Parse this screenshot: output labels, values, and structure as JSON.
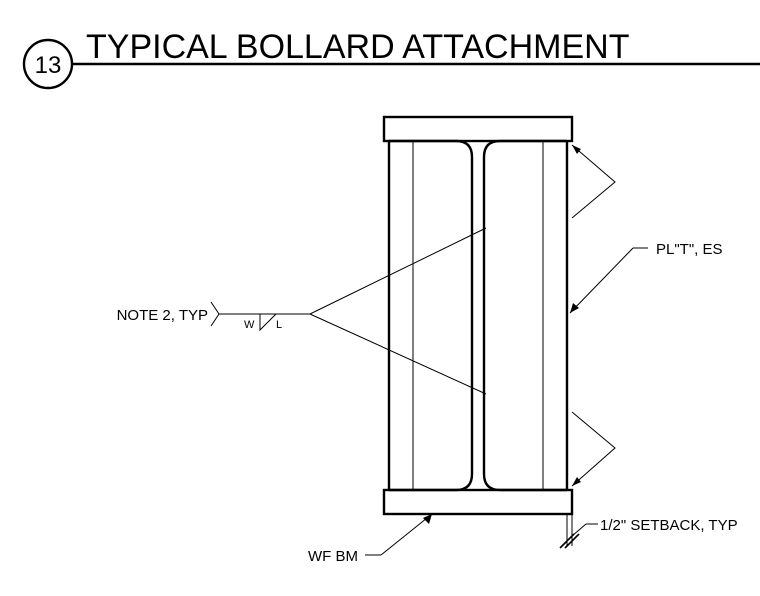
{
  "title": {
    "detail_number": "13",
    "text": "TYPICAL BOLLARD ATTACHMENT"
  },
  "labels": {
    "weld_note": "NOTE 2, TYP",
    "weld_w": "W",
    "weld_l": "L",
    "plate": "PL\"T\", ES",
    "beam": "WF BM",
    "setback": "1/2\" SETBACK, TYP"
  }
}
